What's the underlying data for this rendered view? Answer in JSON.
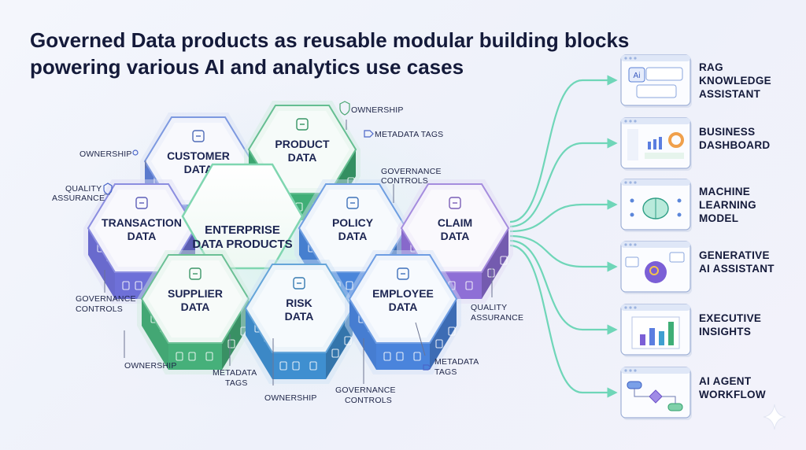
{
  "title": {
    "line1": "Governed Data products as reusable modular building blocks",
    "line2": "powering various AI and analytics use cases"
  },
  "center": {
    "line1": "ENTERPRISE",
    "line2": "DATA PRODUCTS"
  },
  "hexes": [
    {
      "id": "customer",
      "line1": "CUSTOMER",
      "line2": "DATA",
      "color": "#5d7fd8",
      "icon": "user-icon"
    },
    {
      "id": "product",
      "line1": "PRODUCT",
      "line2": "DATA",
      "color": "#3fae76",
      "icon": "box-icon"
    },
    {
      "id": "transaction",
      "line1": "TRANSACTION",
      "line2": "DATA",
      "color": "#6e70d8",
      "icon": "database-icon"
    },
    {
      "id": "policy",
      "line1": "POLICY",
      "line2": "DATA",
      "color": "#4a86da",
      "icon": "document-icon"
    },
    {
      "id": "claim",
      "line1": "CLAIM",
      "line2": "DATA",
      "color": "#8e6fd6",
      "icon": "claim-icon"
    },
    {
      "id": "supplier",
      "line1": "SUPPLIER",
      "line2": "DATA",
      "color": "#46b07a",
      "icon": "handshake-icon"
    },
    {
      "id": "risk",
      "line1": "RISK",
      "line2": "DATA",
      "color": "#3f8fd0",
      "icon": "shield-icon"
    },
    {
      "id": "employee",
      "line1": "EMPLOYEE",
      "line2": "DATA",
      "color": "#4a84dc",
      "icon": "people-icon"
    }
  ],
  "annotations": {
    "ownership_top": "OWNERSHIP",
    "metadata_top": "METADATA TAGS",
    "ownership_left": "OWNERSHIP",
    "quality_left": [
      "QUALITY",
      "ASSURANCE"
    ],
    "governance_top": [
      "GOVERNANCE",
      "CONTROLS"
    ],
    "governance_left": [
      "GOVERNANCE",
      "CONTROLS"
    ],
    "quality_right": [
      "QUALITY",
      "ASSURANCE"
    ],
    "ownership_bottom_left": "OWNERSHIP",
    "metadata_bottom": [
      "METADATA",
      "TAGS"
    ],
    "ownership_bottom": "OWNERSHIP",
    "governance_bottom": [
      "GOVERNANCE",
      "CONTROLS"
    ],
    "metadata_bottom_right": [
      "METADATA",
      "TAGS"
    ]
  },
  "use_cases": [
    {
      "id": "rag",
      "lines": [
        "RAG",
        "KNOWLEDGE",
        "ASSISTANT"
      ],
      "icon": "chat-ai-icon"
    },
    {
      "id": "dashboard",
      "lines": [
        "BUSINESS",
        "DASHBOARD"
      ],
      "icon": "dashboard-icon"
    },
    {
      "id": "ml",
      "lines": [
        "MACHINE",
        "LEARNING",
        "MODEL"
      ],
      "icon": "brain-icon"
    },
    {
      "id": "genai",
      "lines": [
        "GENERATIVE",
        "AI ASSISTANT"
      ],
      "icon": "ai-head-icon"
    },
    {
      "id": "exec",
      "lines": [
        "EXECUTIVE",
        "INSIGHTS"
      ],
      "icon": "bar-chart-icon"
    },
    {
      "id": "agent",
      "lines": [
        "AI AGENT",
        "WORKFLOW"
      ],
      "icon": "workflow-icon"
    }
  ],
  "rag_badge": "Ai",
  "colors": {
    "connector": "#6fd6b8",
    "title": "#141a3a",
    "panel": "#fbfcff"
  }
}
